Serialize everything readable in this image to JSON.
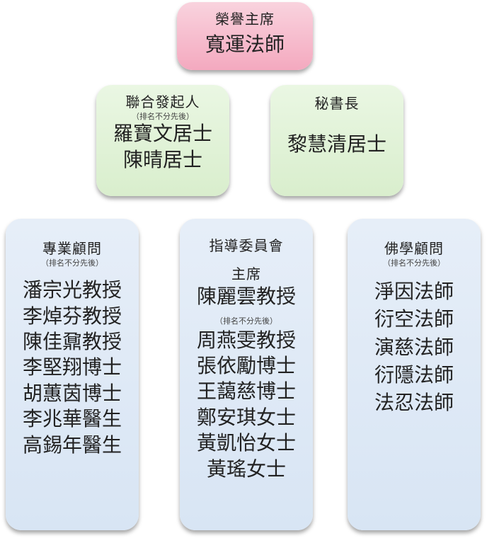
{
  "colors": {
    "chair_box": "#f4a9bf",
    "founder_box": "#d9eecd",
    "advisor_box": "#d8e5f4"
  },
  "honorary_chair": {
    "role": "榮譽主席",
    "name": "寬運法師"
  },
  "cofounders": {
    "role": "聯合發起人",
    "note": "（排名不分先後）",
    "names": [
      "羅寶文居士",
      "陳晴居士"
    ]
  },
  "secretary_general": {
    "role": "秘書長",
    "name": "黎慧清居士"
  },
  "professional_advisors": {
    "role": "專業顧問",
    "note": "（排名不分先後）",
    "names": [
      "潘宗光教授",
      "李焯芬教授",
      "陳佳鼐教授",
      "李堅翔博士",
      "胡蕙茵博士",
      "李兆華醫生",
      "高錫年醫生"
    ]
  },
  "steering_committee": {
    "role": "指導委員會",
    "chair_role": "主席",
    "chair_name": "陳麗雲教授",
    "note": "（排名不分先後）",
    "names": [
      "周燕雯教授",
      "張依勵博士",
      "王藹慈博士",
      "鄭安琪女士",
      "黃凱怡女士",
      "黃瑤女士"
    ]
  },
  "buddhist_advisors": {
    "role": "佛學顧問",
    "note": "（排名不分先後）",
    "names": [
      "淨因法師",
      "衍空法師",
      "演慈法師",
      "衍隱法師",
      "法忍法師"
    ]
  }
}
